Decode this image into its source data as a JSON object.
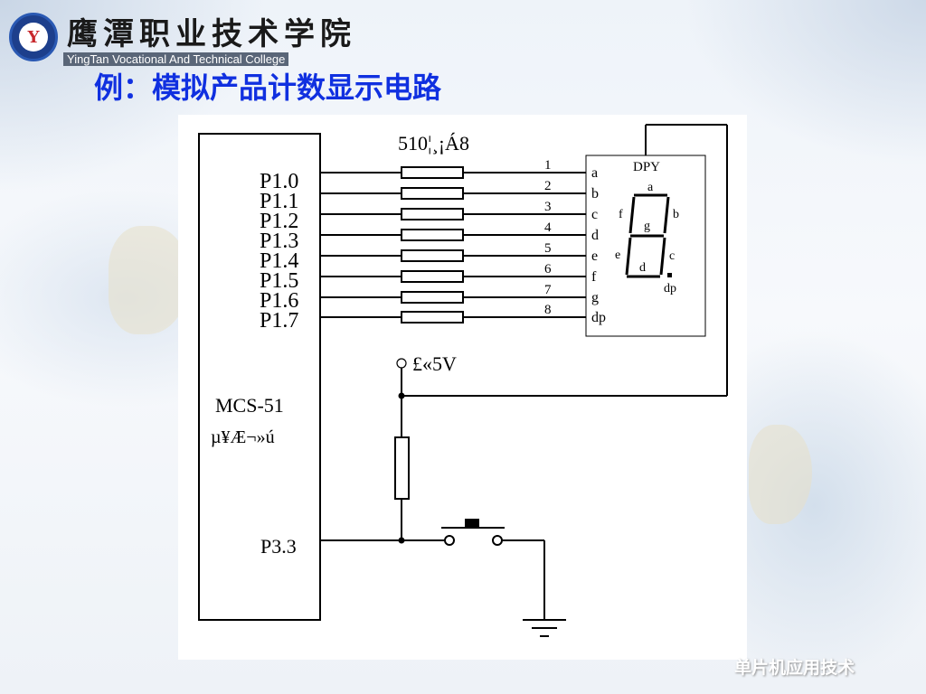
{
  "header": {
    "college_name_cn": "鹰潭职业技术学院",
    "college_name_en": "YingTan Vocational And Technical College",
    "logo_text": "Y"
  },
  "slide": {
    "title": "例：模拟产品计数显示电路",
    "footer": "单片机应用技术"
  },
  "circuit": {
    "resistor_label": "510¦¸¡Á8",
    "mcu_label": "MCS-51",
    "mcu_sublabel": "µ¥Æ¬»ú",
    "port_pins": [
      "P1.0",
      "P1.1",
      "P1.2",
      "P1.3",
      "P1.4",
      "P1.5",
      "P1.6",
      "P1.7"
    ],
    "line_numbers": [
      "1",
      "2",
      "3",
      "4",
      "5",
      "6",
      "7",
      "8"
    ],
    "segment_pins": [
      "a",
      "b",
      "c",
      "d",
      "e",
      "f",
      "g",
      "dp"
    ],
    "display_label": "DPY",
    "display_segments": {
      "a": "a",
      "b": "b",
      "c": "c",
      "d": "d",
      "e": "e",
      "f": "f",
      "g": "g",
      "dp": "dp"
    },
    "supply_label": "£«5V",
    "interrupt_pin": "P3.3"
  },
  "colors": {
    "title": "#1030e0",
    "line": "#000000",
    "panel": "#ffffff"
  }
}
